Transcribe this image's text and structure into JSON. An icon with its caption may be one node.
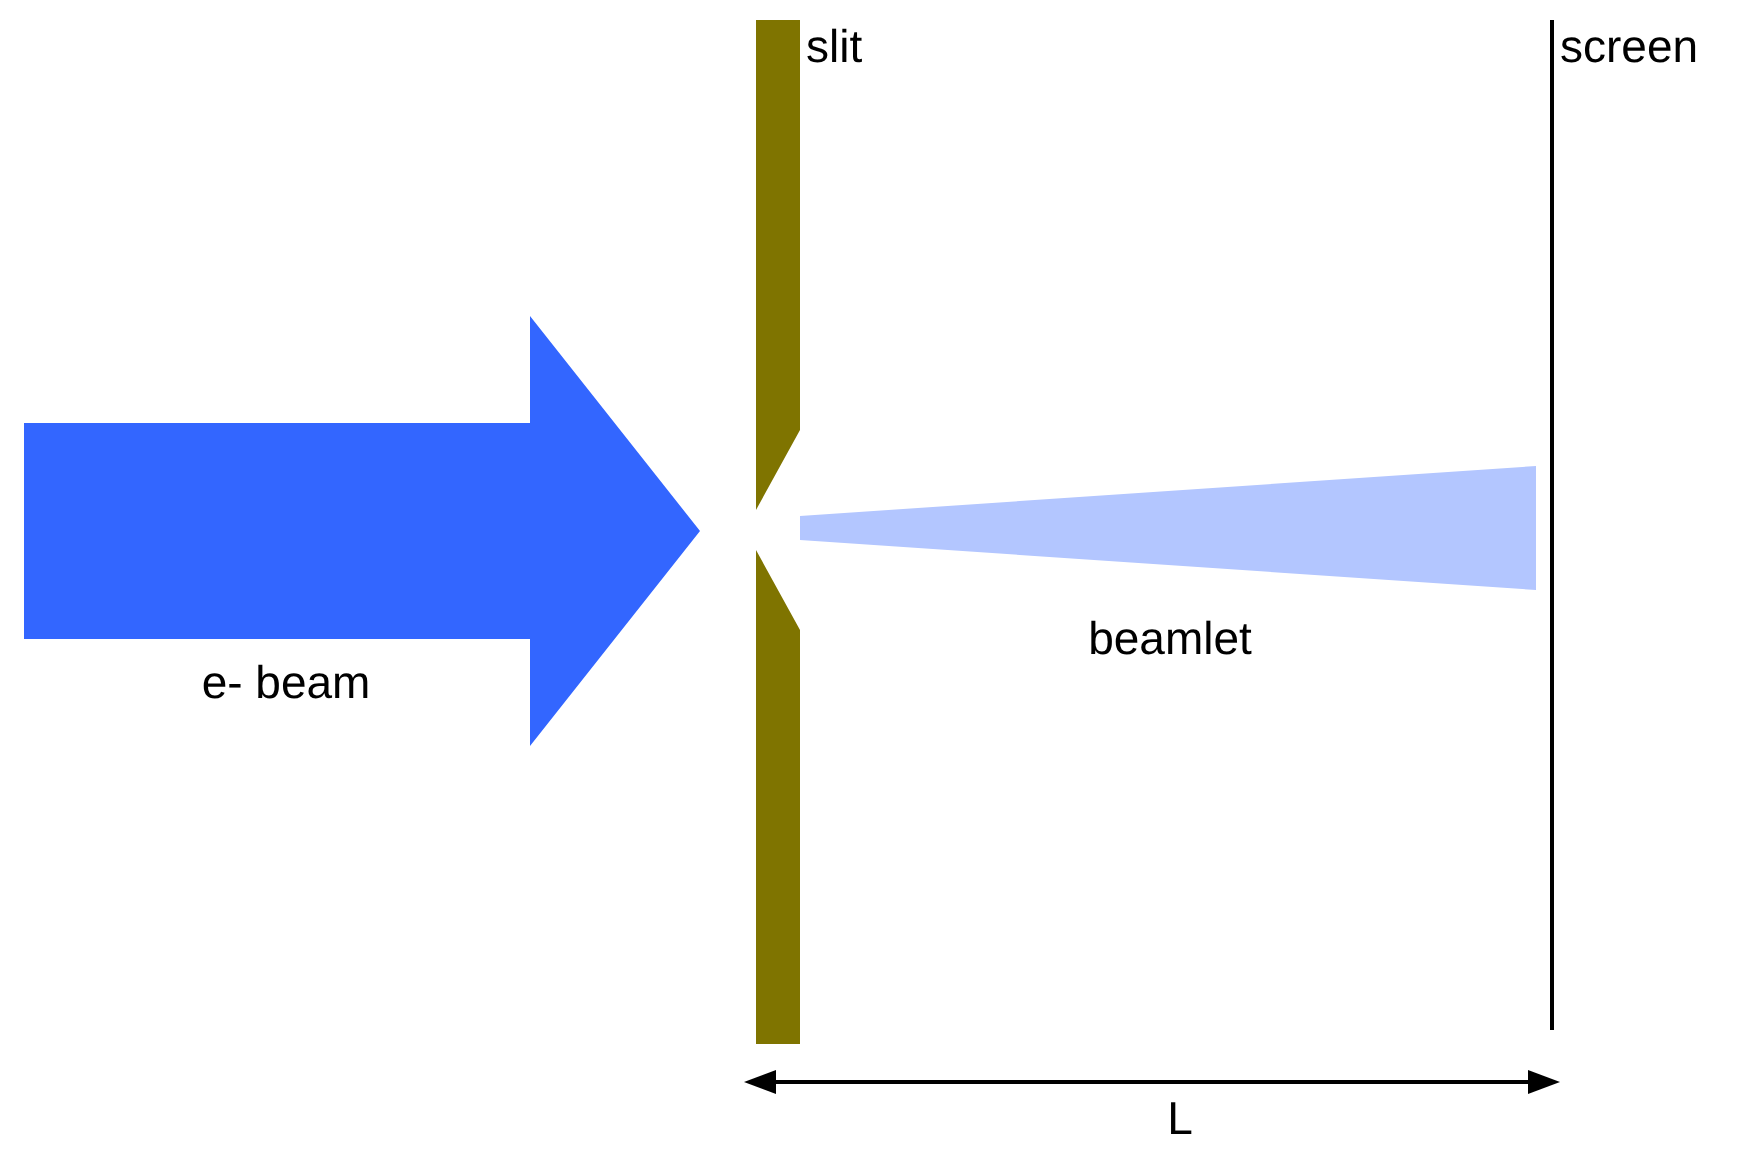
{
  "diagram": {
    "nodes": [
      {
        "text": [],
        "shape": "arrow",
        "beside": [
          "e- beam"
        ]
      },
      {
        "text": [
          "slit"
        ]
      },
      {
        "text": [
          "screen"
        ]
      },
      {
        "text": [],
        "shape": "wedge",
        "beside": [
          "beamlet"
        ]
      }
    ],
    "labels": [
      "L"
    ]
  }
}
